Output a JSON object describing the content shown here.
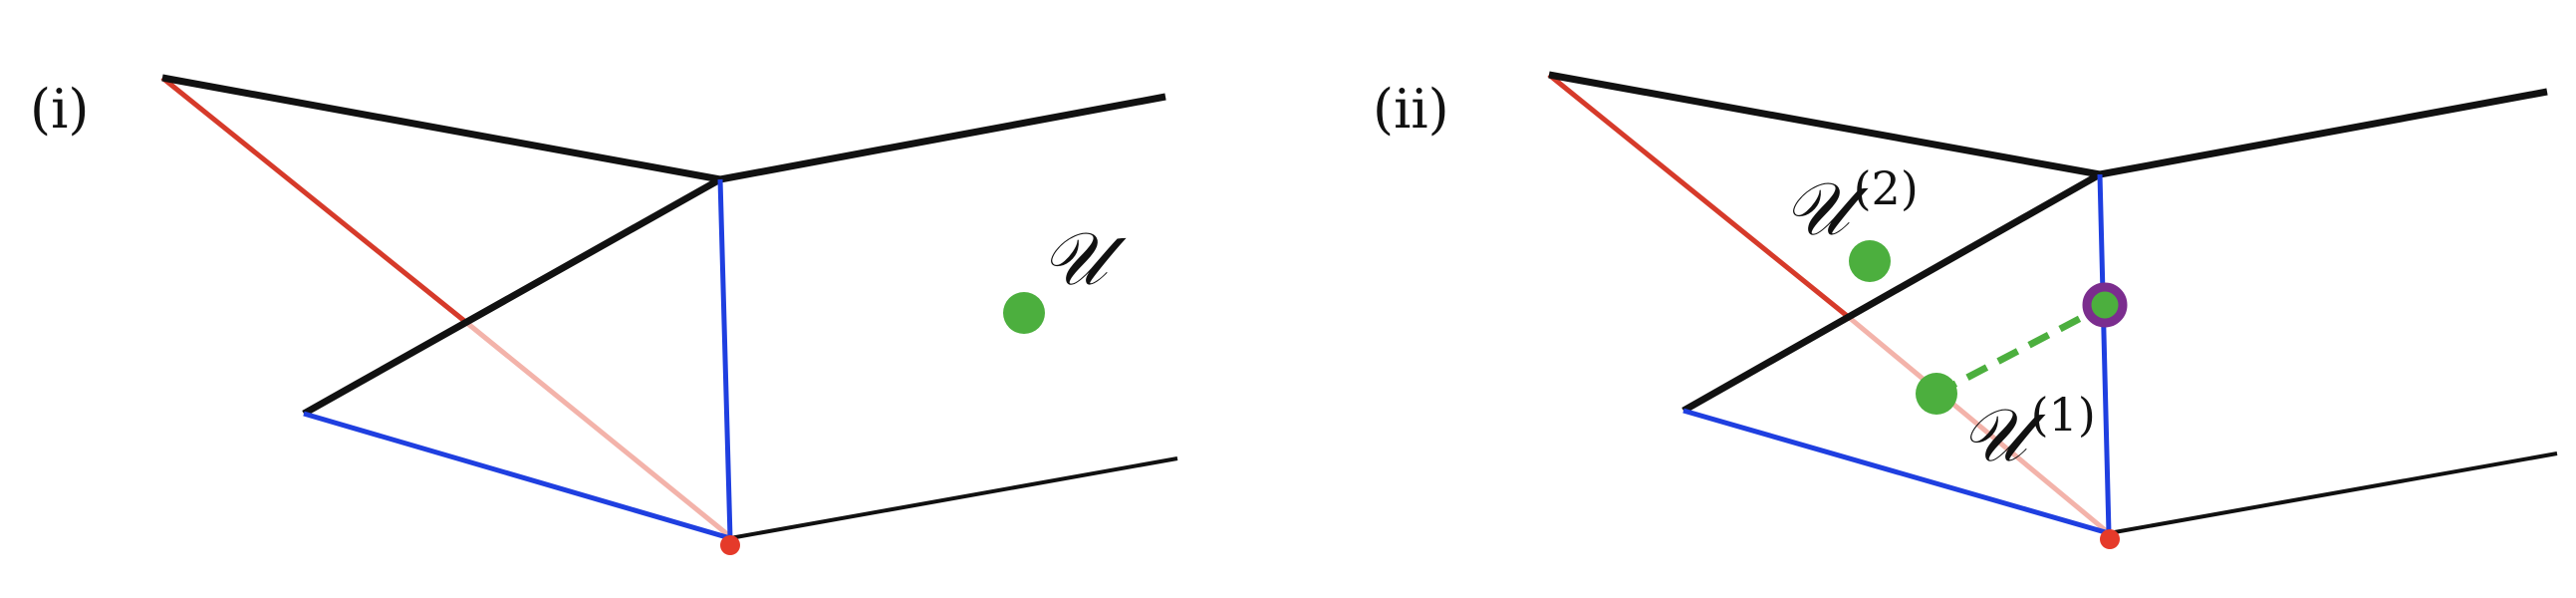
{
  "panels": [
    {
      "label": "(i)",
      "points": [
        {
          "name": "upsilon",
          "label": "𝒰",
          "superscript": ""
        }
      ]
    },
    {
      "label": "(ii)",
      "points": [
        {
          "name": "upsilon-2",
          "label": "𝒰",
          "superscript": "(2)"
        },
        {
          "name": "upsilon-1",
          "label": "𝒰",
          "superscript": "(1)"
        }
      ]
    }
  ],
  "colors": {
    "ridge": "#111111",
    "boundary": "#1f3fe0",
    "diagonal": "#d63a2a",
    "diagonal_faded": "#f3b3aa",
    "point": "#4caf3e",
    "projection": "#7b2d8e",
    "vertex": "#e53a2a"
  }
}
